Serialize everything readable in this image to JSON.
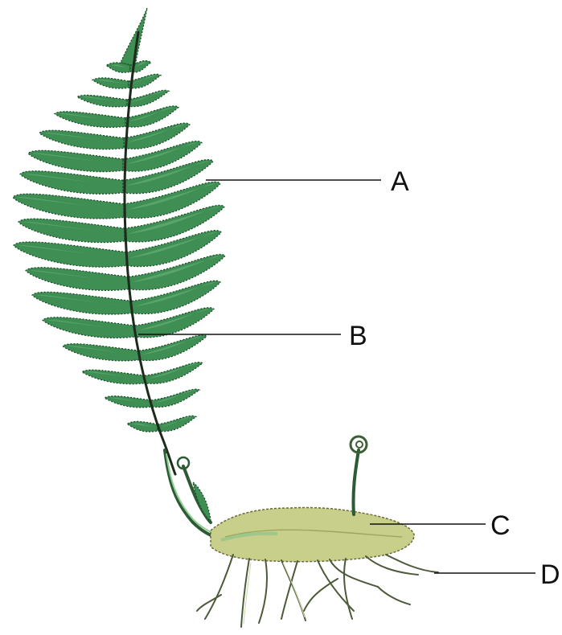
{
  "labels": {
    "a": "A",
    "b": "B",
    "c": "C",
    "d": "D"
  },
  "colors": {
    "frond": "#3f8f55",
    "frond_edge": "#1e4d2d",
    "rhizome": "#c8cf8a",
    "root": "#4d5a3a"
  }
}
